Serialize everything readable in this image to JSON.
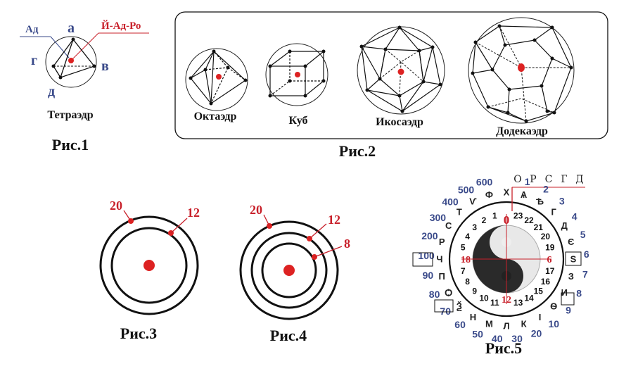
{
  "fig1": {
    "labels": {
      "ad": "Ад",
      "a": "а",
      "jadro": "Й-Ад-Ро",
      "g": "г",
      "v": "в",
      "d": "д"
    },
    "name": "Тетраэдр",
    "caption": "Рис.1"
  },
  "fig2": {
    "solids": [
      "Октаэдр",
      "Куб",
      "Икосаэдр",
      "Додекаэдр"
    ],
    "caption": "Рис.2"
  },
  "fig3": {
    "labels": [
      "20",
      "12"
    ],
    "caption": "Рис.3"
  },
  "fig4": {
    "labels": [
      "20",
      "12",
      "8"
    ],
    "caption": "Рис.4"
  },
  "fig5": {
    "caption": "Рис.5",
    "top_letters": [
      "О",
      "Р",
      "С",
      "Г",
      "Д"
    ],
    "outer_numbers": [
      "600",
      "500",
      "400",
      "300",
      "200",
      "100",
      "90",
      "80",
      "70",
      "60",
      "50",
      "40",
      "30",
      "20",
      "10",
      "9",
      "8",
      "7",
      "6",
      "5",
      "4",
      "3",
      "2",
      "1"
    ],
    "inner_numbers": [
      "0",
      "1",
      "2",
      "3",
      "4",
      "5",
      "6",
      "7",
      "8",
      "9",
      "10",
      "11",
      "12",
      "13",
      "14",
      "15",
      "16",
      "17",
      "18",
      "19",
      "20",
      "21",
      "22",
      "23"
    ],
    "highlight": {
      "top": "0",
      "right": "6",
      "bottom": "12",
      "left": "18"
    },
    "glyphs": [
      "Х",
      "Ѧ",
      "Ѣ",
      "Г",
      "Д",
      "Є",
      "Ѕ",
      "З",
      "И",
      "Ѳ",
      "І",
      "К",
      "Л",
      "М",
      "Н",
      "Ѯ",
      "Ѻ",
      "П",
      "Ч",
      "Р",
      "С",
      "Т",
      "Ѵ",
      "Ф"
    ],
    "colors": {
      "accent": "#c8202a",
      "label_blue": "#3a4a8a"
    }
  }
}
